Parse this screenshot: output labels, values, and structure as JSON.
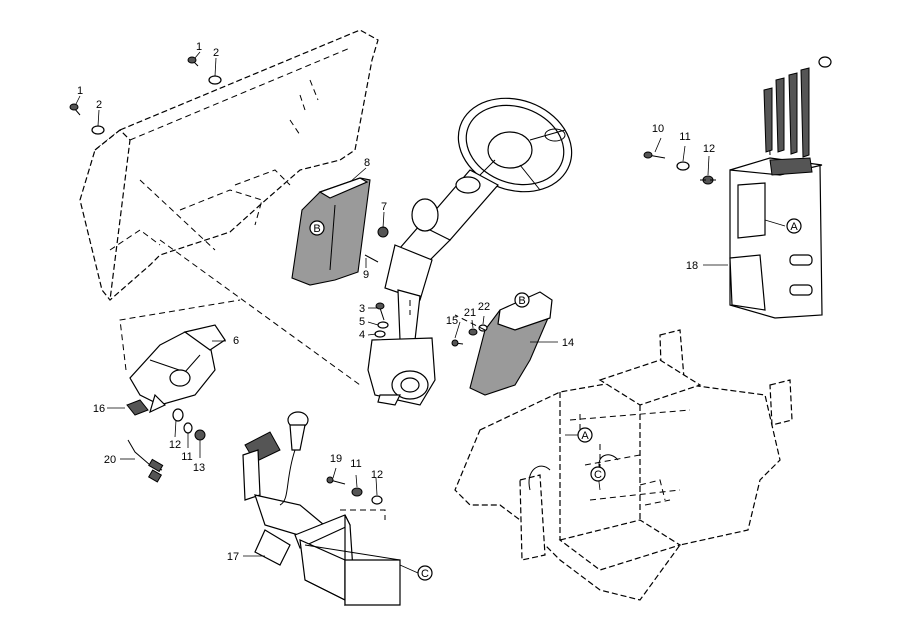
{
  "callouts": [
    {
      "id": "c1a",
      "text": "1"
    },
    {
      "id": "c2a",
      "text": "2"
    },
    {
      "id": "c1b",
      "text": "1"
    },
    {
      "id": "c2b",
      "text": "2"
    },
    {
      "id": "c3",
      "text": "3"
    },
    {
      "id": "c4",
      "text": "4"
    },
    {
      "id": "c5",
      "text": "5"
    },
    {
      "id": "c6",
      "text": "6"
    },
    {
      "id": "c7",
      "text": "7"
    },
    {
      "id": "c8",
      "text": "8"
    },
    {
      "id": "c9",
      "text": "9"
    },
    {
      "id": "c10",
      "text": "10"
    },
    {
      "id": "c11a",
      "text": "11"
    },
    {
      "id": "c11b",
      "text": "11"
    },
    {
      "id": "c11c",
      "text": "11"
    },
    {
      "id": "c12a",
      "text": "12"
    },
    {
      "id": "c12b",
      "text": "12"
    },
    {
      "id": "c12c",
      "text": "12"
    },
    {
      "id": "c13",
      "text": "13"
    },
    {
      "id": "c14",
      "text": "14"
    },
    {
      "id": "c15",
      "text": "15"
    },
    {
      "id": "c16",
      "text": "16"
    },
    {
      "id": "c17",
      "text": "17"
    },
    {
      "id": "c18",
      "text": "18"
    },
    {
      "id": "c19",
      "text": "19"
    },
    {
      "id": "c20",
      "text": "20"
    },
    {
      "id": "c21",
      "text": "21"
    },
    {
      "id": "c22",
      "text": "22"
    }
  ],
  "refs": [
    {
      "id": "refA1",
      "text": "A"
    },
    {
      "id": "refA2",
      "text": "A"
    },
    {
      "id": "refB1",
      "text": "B"
    },
    {
      "id": "refB2",
      "text": "B"
    },
    {
      "id": "refC1",
      "text": "C"
    },
    {
      "id": "refC2",
      "text": "C"
    }
  ]
}
